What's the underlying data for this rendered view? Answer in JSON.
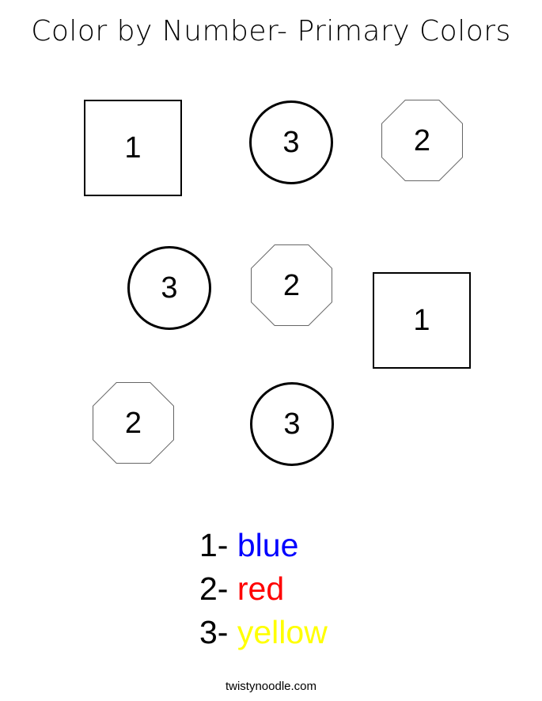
{
  "worksheet": {
    "title": "Color by Number- Primary Colors",
    "footer": "twistynoodle.com"
  },
  "shapes": [
    {
      "kind": "square",
      "number": "1"
    },
    {
      "kind": "circle",
      "number": "3"
    },
    {
      "kind": "octagon",
      "number": "2"
    },
    {
      "kind": "circle",
      "number": "3"
    },
    {
      "kind": "octagon",
      "number": "2"
    },
    {
      "kind": "square",
      "number": "1"
    },
    {
      "kind": "octagon",
      "number": "2"
    },
    {
      "kind": "circle",
      "number": "3"
    }
  ],
  "legend": [
    {
      "key": "1-",
      "color_name": "blue",
      "color": "#0000ff"
    },
    {
      "key": "2-",
      "color_name": "red",
      "color": "#ff0000"
    },
    {
      "key": "3-",
      "color_name": "yellow",
      "color": "#ffff00"
    }
  ]
}
